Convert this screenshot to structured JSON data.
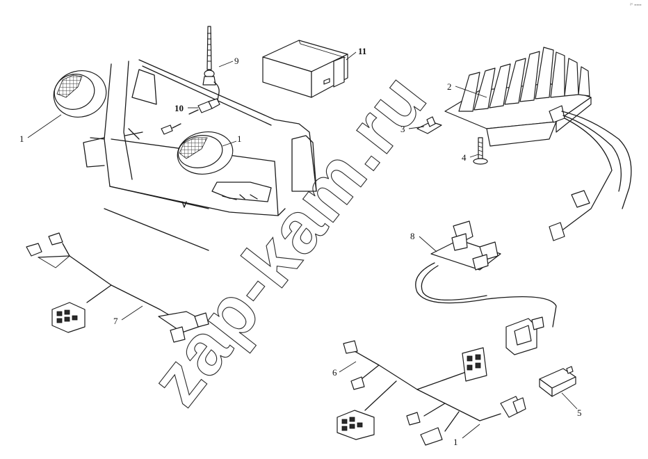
{
  "callouts": {
    "c1a": "1",
    "c1b": "1",
    "c1c": "1",
    "c2": "2",
    "c3": "3",
    "c4": "4",
    "c5": "5",
    "c6": "6",
    "c7": "7",
    "c8": "8",
    "c9": "9",
    "c10": "10",
    "c11": "11"
  },
  "watermark": "zap-kam.ru",
  "corner_mark": "²° ==="
}
